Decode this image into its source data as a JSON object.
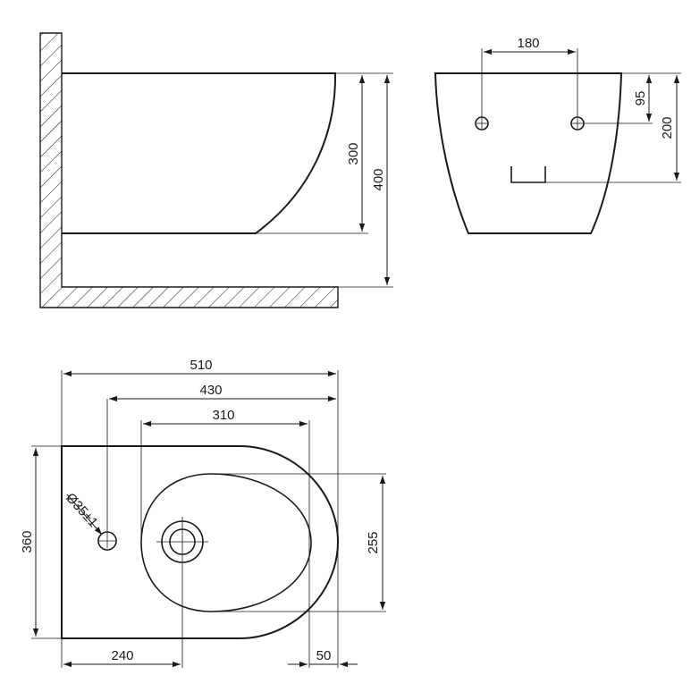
{
  "side_view": {
    "dim_bowl_height": "300",
    "dim_total_height": "400"
  },
  "rear_view": {
    "dim_hole_spacing": "180",
    "dim_hole_height": "95",
    "dim_inlet_height": "200"
  },
  "top_view": {
    "dim_total_depth": "510",
    "dim_tap_hole_depth": "430",
    "dim_bowl_depth": "310",
    "dim_width": "360",
    "dim_bowl_width": "255",
    "dim_drain_distance": "240",
    "dim_rim_offset": "50",
    "tap_hole_diameter": "Ø35±1"
  },
  "colors": {
    "line": "#1a1a1a",
    "background": "#ffffff"
  }
}
